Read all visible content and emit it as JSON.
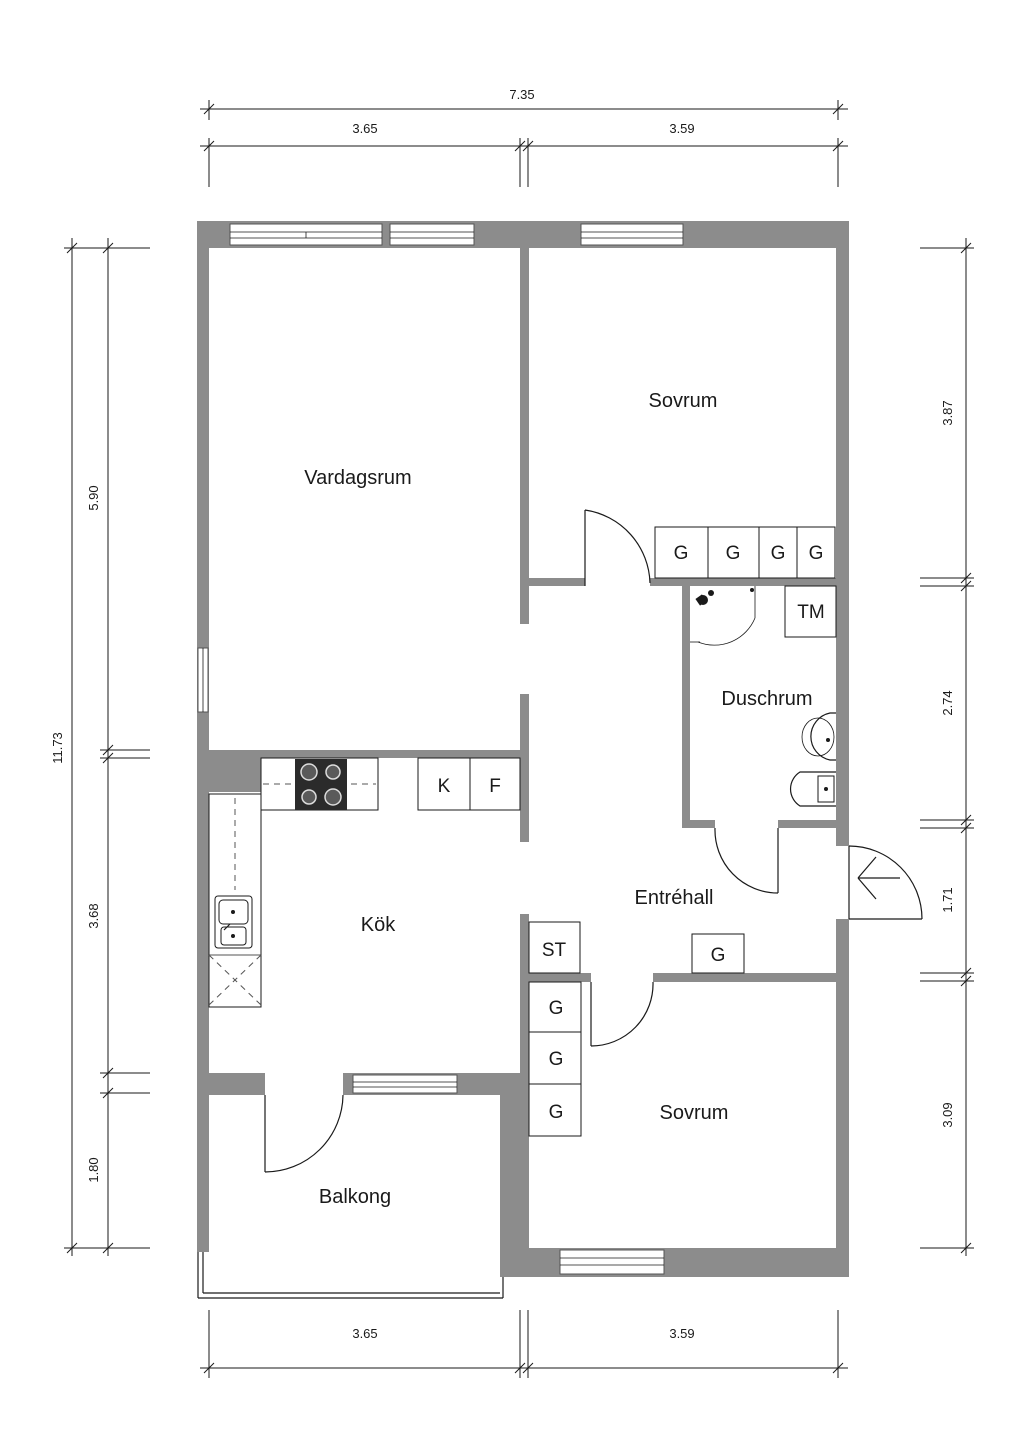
{
  "rooms": {
    "vardagsrum": "Vardagsrum",
    "sovrum_top": "Sovrum",
    "duschrum": "Duschrum",
    "kok": "Kök",
    "entrehall": "Entréhall",
    "sovrum_bottom": "Sovrum",
    "balkong": "Balkong"
  },
  "fixtures": {
    "wardrobe": "G",
    "tm": "TM",
    "st": "ST",
    "k": "K",
    "f": "F"
  },
  "dimensions": {
    "top_total": "7.35",
    "top_left": "3.65",
    "top_right": "3.59",
    "bottom_left": "3.65",
    "bottom_right": "3.59",
    "left_total": "11.73",
    "left_1": "5.90",
    "left_2": "3.68",
    "left_3": "1.80",
    "right_1": "3.87",
    "right_2": "2.74",
    "right_3": "1.71",
    "right_4": "3.09"
  }
}
